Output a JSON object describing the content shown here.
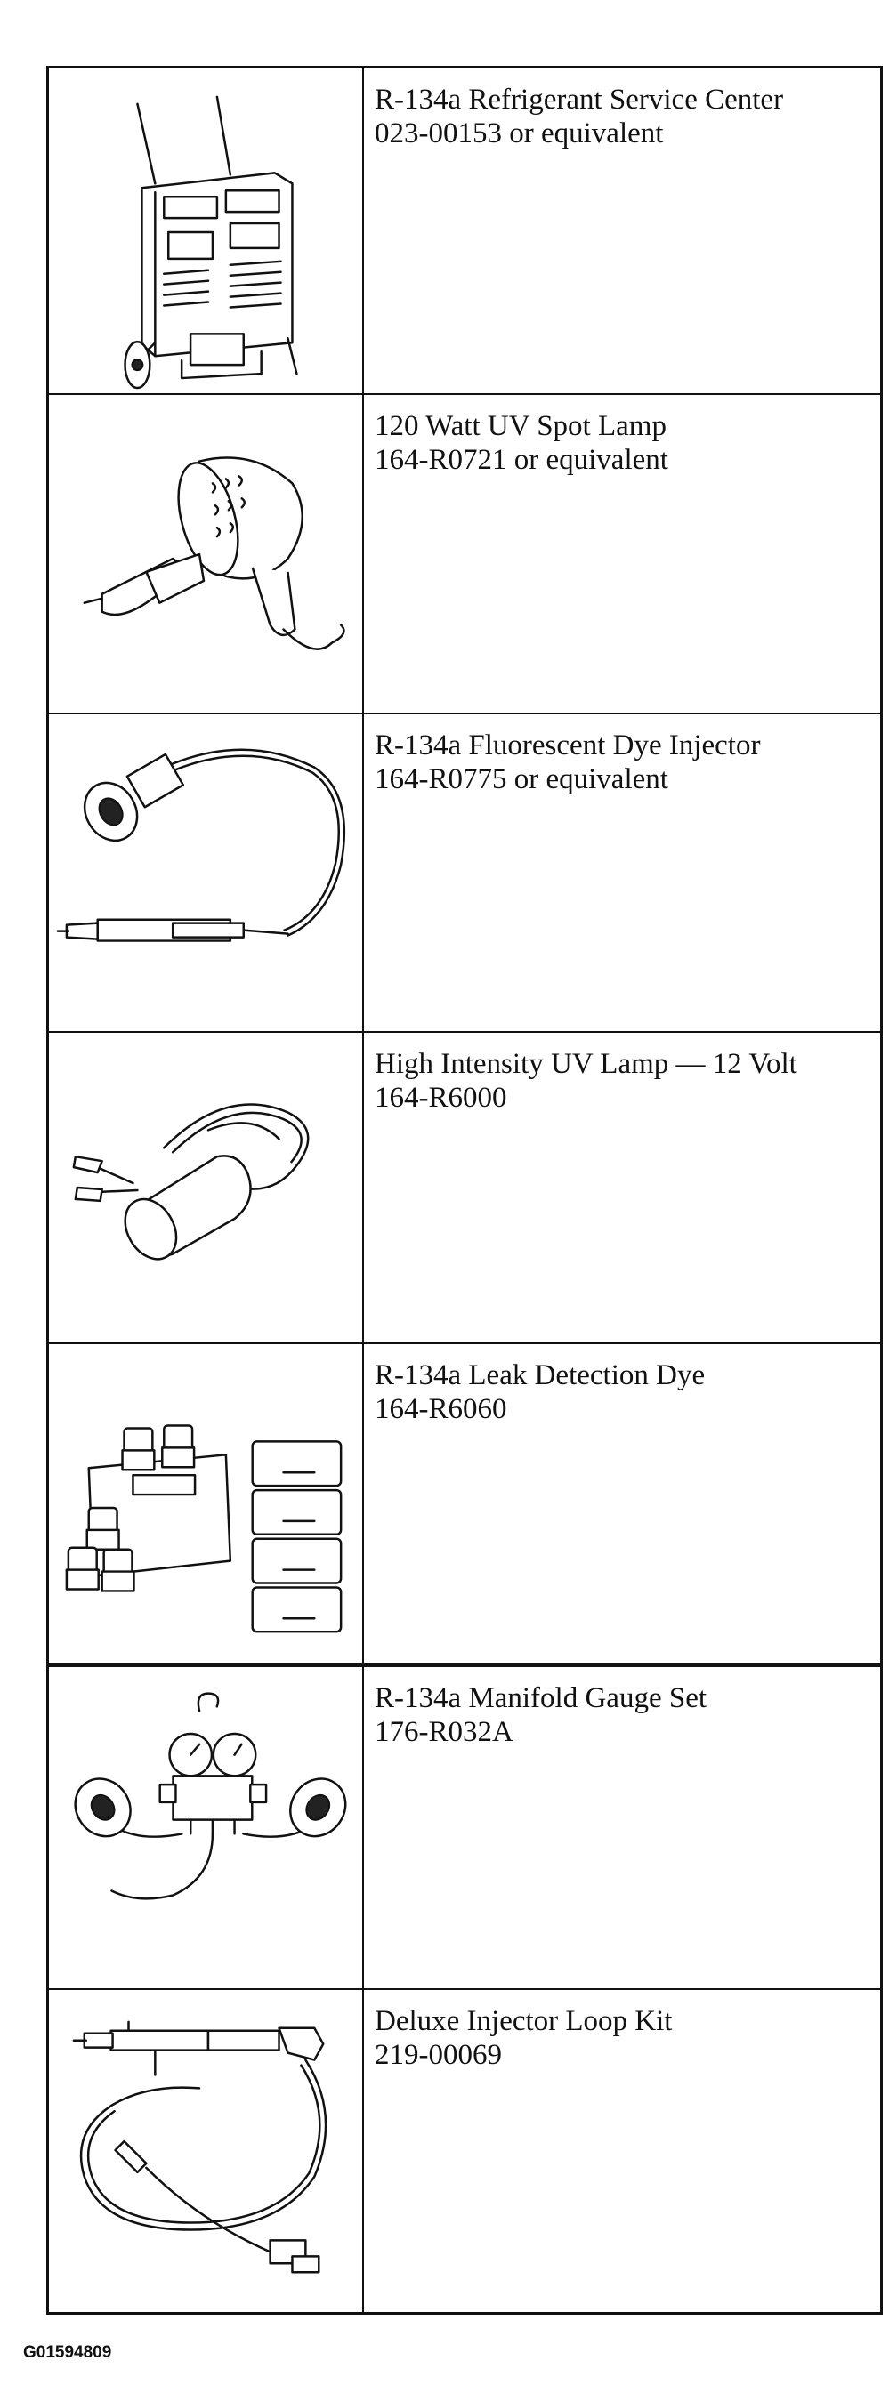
{
  "tools": [
    {
      "name": "R-134a Refrigerant Service Center",
      "part": "023-00153 or equivalent",
      "icon": "refrigerant-service-center-icon"
    },
    {
      "name": "120 Watt UV Spot Lamp",
      "part": "164-R0721 or equivalent",
      "icon": "uv-spot-lamp-icon"
    },
    {
      "name": "R-134a Fluorescent Dye Injector",
      "part": "164-R0775 or equivalent",
      "icon": "dye-injector-icon"
    },
    {
      "name": "High Intensity UV Lamp — 12 Volt",
      "part": "164-R6000",
      "icon": "uv-lamp-12v-icon"
    },
    {
      "name": "R-134a Leak Detection Dye",
      "part": "164-R6060",
      "icon": "leak-detection-dye-icon"
    },
    {
      "name": "R-134a Manifold Gauge Set",
      "part": "176-R032A",
      "icon": "manifold-gauge-set-icon"
    },
    {
      "name": "Deluxe Injector Loop Kit",
      "part": "219-00069",
      "icon": "injector-loop-kit-icon"
    }
  ],
  "figure_code": "G01594809"
}
